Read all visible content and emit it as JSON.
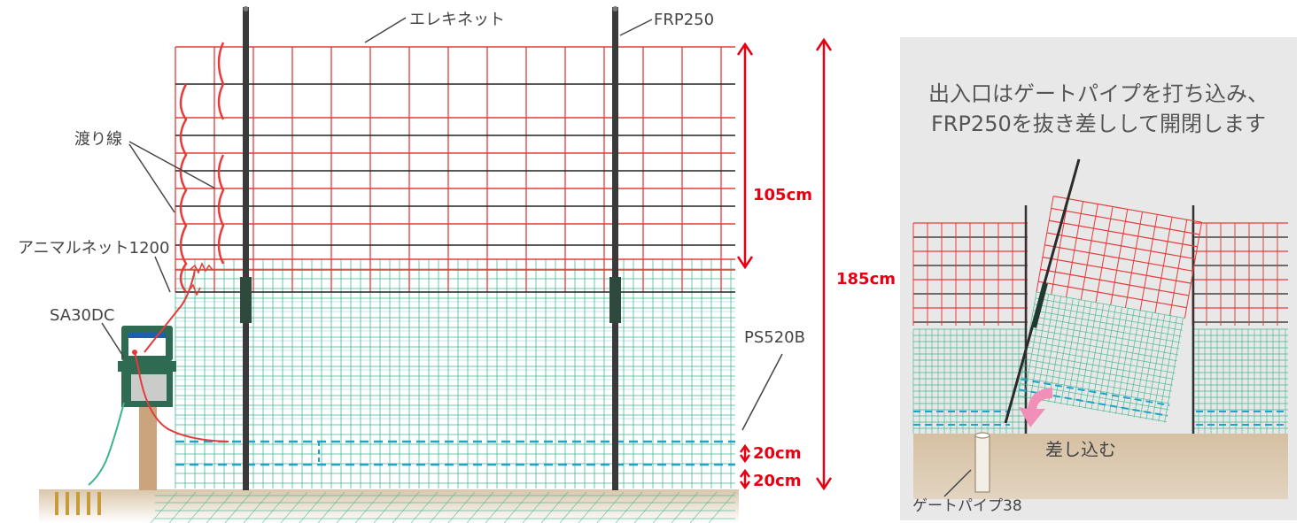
{
  "colors": {
    "electric_wire": "#e83a3a",
    "post": "#3a3a3a",
    "animal_net": "#3bb48a",
    "buried_line": "#1fa3c9",
    "dimension": "#e60012",
    "ground": "#d6c0a3",
    "panel_bg": "#e8e8e8",
    "arrow": "#f08fb8"
  },
  "labels": {
    "elecnet": "エレキネット",
    "frp": "FRP250",
    "watari": "渡り線",
    "animalnet": "アニマルネット1200",
    "sa30dc": "SA30DC",
    "ps520b": "PS520B"
  },
  "dimensions": {
    "upper": "105cm",
    "total": "185cm",
    "burial_1": "20cm",
    "burial_2": "20cm"
  },
  "panel": {
    "title_line1": "出入口はゲートパイプを打ち込み、",
    "title_line2": "FRP250を抜き差しして開閉します",
    "insert_label": "差し込む",
    "gate_pipe_label": "ゲートパイプ38"
  }
}
